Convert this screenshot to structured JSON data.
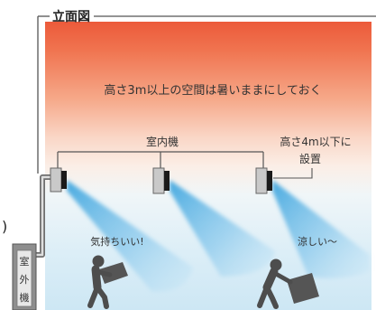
{
  "title": "立面図",
  "ceiling_note": "高さ3m以上の空間は暑いままにしておく",
  "indoor_units_label": "室内機",
  "height_note": {
    "line1": "高さ4m以下に",
    "line2": "設置"
  },
  "comfort_left": "気持ちいい!",
  "comfort_right": "涼しい〜",
  "outdoor_unit": {
    "label": [
      "室",
      "外",
      "機"
    ]
  },
  "edge_fragment": ")",
  "colors": {
    "hot_air": "#ec5a3a",
    "cool_air": "#3fa6df",
    "text": "#333333",
    "figure": "#4d4d4d",
    "unit_body": "#c9c9c9",
    "unit_panel": "#1a1a1a"
  }
}
